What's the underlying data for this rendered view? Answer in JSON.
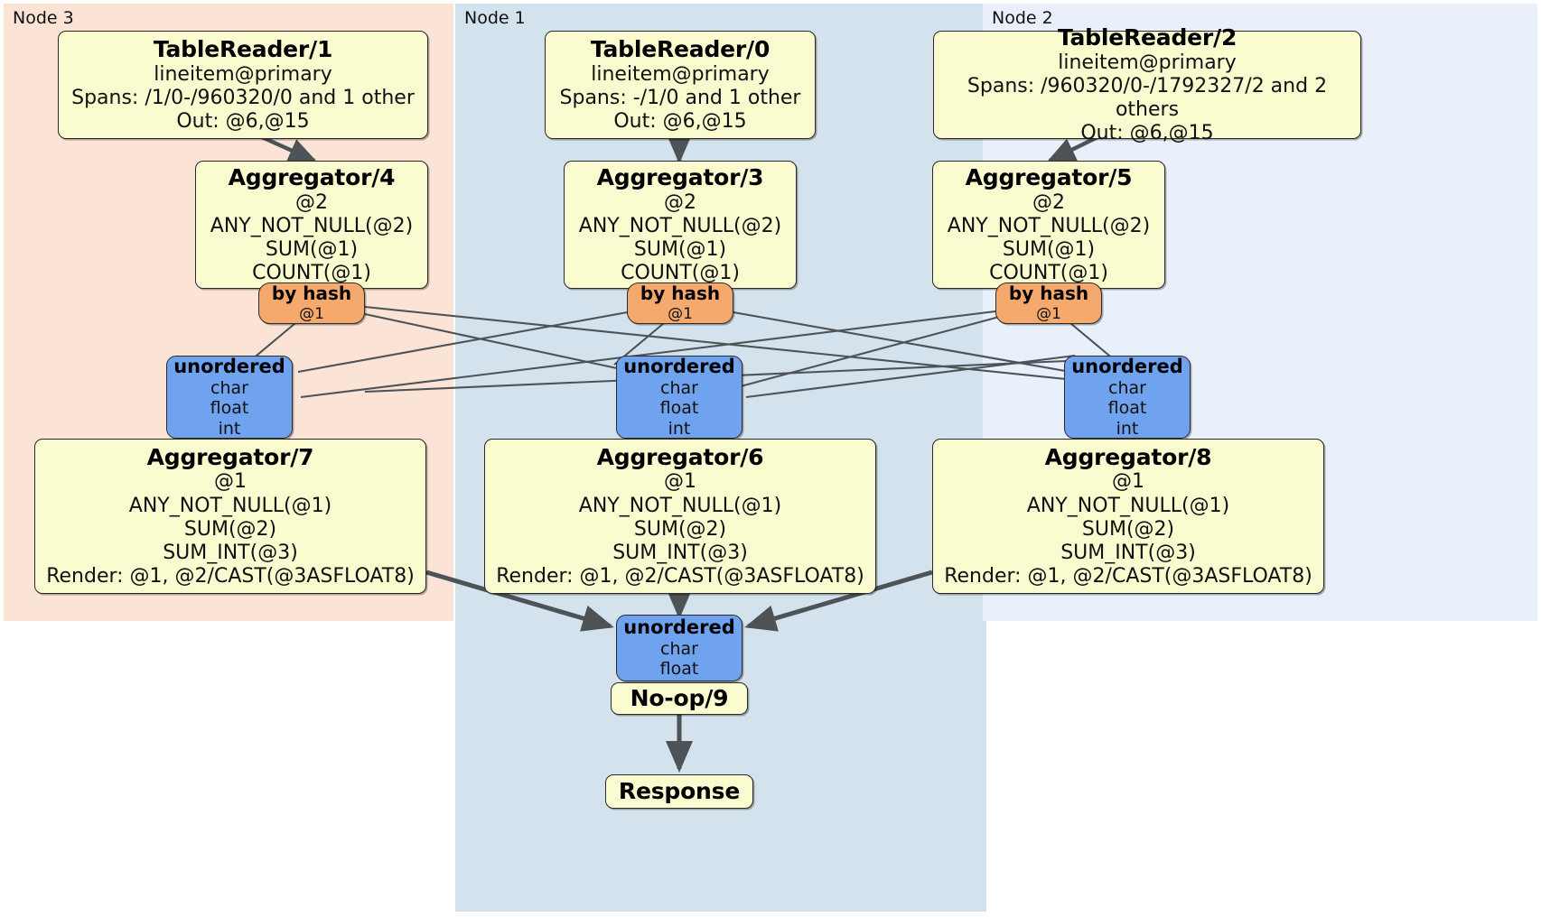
{
  "diagram": {
    "type": "distsql-physical-plan",
    "title": "Distributed SQL physical plan"
  },
  "colors": {
    "node3_panel": "#fbe3d6",
    "node1_panel": "#d3e2ec",
    "node2_panel": "#eaf0fb",
    "processor_fill": "#fbfbd0",
    "router_fill": "#f6a96c",
    "synchronizer_fill": "#6fa3ef",
    "edge_stroke": "#4d5356",
    "border": "#2b2b2b"
  },
  "panels": [
    {
      "id": "node3",
      "label": "Node 3"
    },
    {
      "id": "node1",
      "label": "Node 1"
    },
    {
      "id": "node2",
      "label": "Node 2"
    }
  ],
  "nodes": {
    "table_reader_1": {
      "title": "TableReader/1",
      "lines": [
        "lineitem@primary",
        "Spans: /1/0-/960320/0 and 1 other",
        "Out: @6,@15"
      ]
    },
    "table_reader_0": {
      "title": "TableReader/0",
      "lines": [
        "lineitem@primary",
        "Spans: -/1/0 and 1 other",
        "Out: @6,@15"
      ]
    },
    "table_reader_2": {
      "title": "TableReader/2",
      "lines": [
        "lineitem@primary",
        "Spans: /960320/0-/1792327/2 and 2 others",
        "Out: @6,@15"
      ]
    },
    "aggregator_4": {
      "title": "Aggregator/4",
      "lines": [
        "@2",
        "ANY_NOT_NULL(@2)",
        "SUM(@1)",
        "COUNT(@1)"
      ]
    },
    "aggregator_3": {
      "title": "Aggregator/3",
      "lines": [
        "@2",
        "ANY_NOT_NULL(@2)",
        "SUM(@1)",
        "COUNT(@1)"
      ]
    },
    "aggregator_5": {
      "title": "Aggregator/5",
      "lines": [
        "@2",
        "ANY_NOT_NULL(@2)",
        "SUM(@1)",
        "COUNT(@1)"
      ]
    },
    "by_hash_left": {
      "title": "by hash",
      "lines": [
        "@1"
      ]
    },
    "by_hash_middle": {
      "title": "by hash",
      "lines": [
        "@1"
      ]
    },
    "by_hash_right": {
      "title": "by hash",
      "lines": [
        "@1"
      ]
    },
    "unordered_left": {
      "title": "unordered",
      "lines": [
        "char",
        "float",
        "int"
      ]
    },
    "unordered_middle": {
      "title": "unordered",
      "lines": [
        "char",
        "float",
        "int"
      ]
    },
    "unordered_right": {
      "title": "unordered",
      "lines": [
        "char",
        "float",
        "int"
      ]
    },
    "aggregator_7": {
      "title": "Aggregator/7",
      "lines": [
        "@1",
        "ANY_NOT_NULL(@1)",
        "SUM(@2)",
        "SUM_INT(@3)",
        "Render: @1, @2/CAST(@3ASFLOAT8)"
      ]
    },
    "aggregator_6": {
      "title": "Aggregator/6",
      "lines": [
        "@1",
        "ANY_NOT_NULL(@1)",
        "SUM(@2)",
        "SUM_INT(@3)",
        "Render: @1, @2/CAST(@3ASFLOAT8)"
      ]
    },
    "aggregator_8": {
      "title": "Aggregator/8",
      "lines": [
        "@1",
        "ANY_NOT_NULL(@1)",
        "SUM(@2)",
        "SUM_INT(@3)",
        "Render: @1, @2/CAST(@3ASFLOAT8)"
      ]
    },
    "unordered_final": {
      "title": "unordered",
      "lines": [
        "char",
        "float"
      ]
    },
    "noop_9": {
      "title": "No-op/9",
      "lines": []
    },
    "response": {
      "title": "Response",
      "lines": []
    }
  }
}
